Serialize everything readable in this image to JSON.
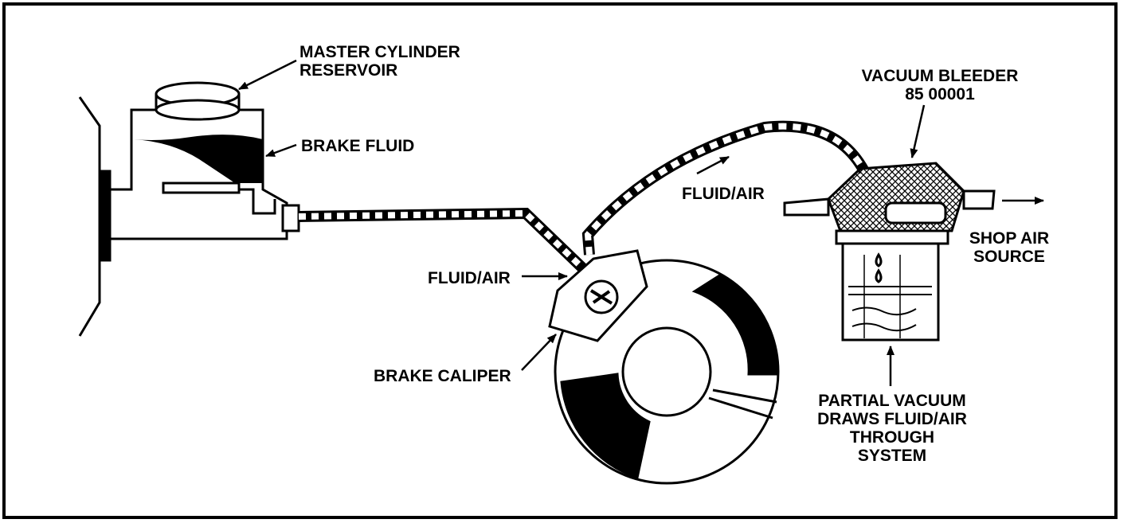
{
  "labels": {
    "master_cylinder": [
      "MASTER CYLINDER",
      "RESERVOIR"
    ],
    "brake_fluid": "BRAKE FLUID",
    "vacuum_bleeder": [
      "VACUUM BLEEDER",
      "85 00001"
    ],
    "fluid_air_upper": "FLUID/AIR",
    "fluid_air_left": "FLUID/AIR",
    "shop_air": [
      "SHOP AIR",
      "SOURCE"
    ],
    "brake_caliper": "BRAKE CALIPER",
    "partial_vacuum": [
      "PARTIAL VACUUM",
      "DRAWS FLUID/AIR",
      "THROUGH",
      "SYSTEM"
    ]
  },
  "colors": {
    "ink": "#000000",
    "paper": "#ffffff"
  }
}
